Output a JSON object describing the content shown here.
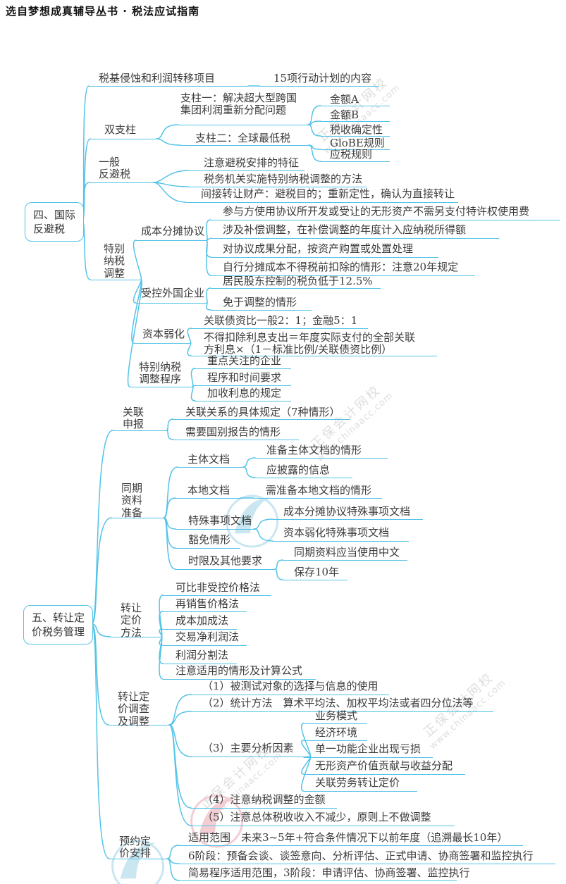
{
  "header": {
    "title": "选自梦想成真辅导丛书 · 税法应试指南"
  },
  "watermark": {
    "brand": "正保会计网校",
    "url": "www.chinaacc.com"
  },
  "colors": {
    "line": "#53c3e7",
    "text": "#3b3b3b",
    "watermark": "#dedede"
  },
  "maps": [
    {
      "root": {
        "label": "四、国际\n反避税"
      },
      "branches": [
        {
          "label": "税基侵蚀和利润转移项目",
          "children": [
            {
              "label": "15项行动计划的内容"
            }
          ]
        },
        {
          "label": "双支柱",
          "children": [
            {
              "label": "支柱一：解决超大型跨国\n集团利润重新分配问题",
              "children": [
                {
                  "label": "金额A"
                },
                {
                  "label": "金额B"
                },
                {
                  "label": "税收确定性"
                }
              ]
            },
            {
              "label": "支柱二：全球最低税",
              "children": [
                {
                  "label": "GloBE规则"
                },
                {
                  "label": "应税规则"
                }
              ]
            }
          ]
        },
        {
          "label": "一般\n反避税",
          "children": [
            {
              "label": "注意避税安排的特征"
            },
            {
              "label": "税务机关实施特别纳税调整的方法"
            },
            {
              "label": "间接转让财产：避税目的；重新定性，确认为直接转让"
            }
          ]
        },
        {
          "label": "特别\n纳税\n调整",
          "children": [
            {
              "label": "成本分摊协议",
              "children": [
                {
                  "label": "参与方使用协议所开发或受让的无形资产不需另支付特许权使用费"
                },
                {
                  "label": "涉及补偿调整，在补偿调整的年度计入应纳税所得额"
                },
                {
                  "label": "对协议成果分配，按资产购置或处置处理"
                },
                {
                  "label": "自行分摊成本不得税前扣除的情形：注意20年规定"
                }
              ]
            },
            {
              "label": "受控外国企业",
              "children": [
                {
                  "label": "居民股东控制的税负低于12.5%"
                },
                {
                  "label": "免于调整的情形"
                }
              ]
            },
            {
              "label": "资本弱化",
              "children": [
                {
                  "label": "关联债资比一般2：1；金融5：1"
                },
                {
                  "label": "不得扣除利息支出＝年度实际支付的全部关联\n方利息×（1－标准比例/关联债资比例）"
                }
              ]
            },
            {
              "label": "特别纳税\n调整程序",
              "children": [
                {
                  "label": "重点关注的企业"
                },
                {
                  "label": "程序和时间要求"
                },
                {
                  "label": "加收利息的规定"
                }
              ]
            }
          ]
        }
      ]
    },
    {
      "root": {
        "label": "五、转让定\n价税务管理"
      },
      "branches": [
        {
          "label": "关联\n申报",
          "children": [
            {
              "label": "关联关系的具体规定（7种情形）"
            },
            {
              "label": "需要国别报告的情形"
            }
          ]
        },
        {
          "label": "同期\n资料\n准备",
          "children": [
            {
              "label": "主体文档",
              "children": [
                {
                  "label": "准备主体文档的情形"
                },
                {
                  "label": "应披露的信息"
                }
              ]
            },
            {
              "label": "本地文档",
              "children": [
                {
                  "label": "需准备本地文档的情形"
                }
              ]
            },
            {
              "label": "特殊事项文档",
              "children": [
                {
                  "label": "成本分摊协议特殊事项文档"
                },
                {
                  "label": "资本弱化特殊事项文档"
                }
              ]
            },
            {
              "label": "豁免情形"
            },
            {
              "label": "时限及其他要求",
              "children": [
                {
                  "label": "同期资料应当使用中文"
                },
                {
                  "label": "保存10年"
                }
              ]
            }
          ]
        },
        {
          "label": "转让\n定价\n方法",
          "children": [
            {
              "label": "可比非受控价格法"
            },
            {
              "label": "再销售价格法"
            },
            {
              "label": "成本加成法"
            },
            {
              "label": "交易净利润法"
            },
            {
              "label": "利润分割法"
            },
            {
              "label": "注意适用的情形及计算公式"
            }
          ]
        },
        {
          "label": "转让定\n价调查\n及调整",
          "children": [
            {
              "label": "（1）被测试对象的选择与信息的使用"
            },
            {
              "label": "（2）统计方法　算术平均法、加权平均法或者四分位法等"
            },
            {
              "label": "（3）主要分析因素",
              "children": [
                {
                  "label": "业务模式"
                },
                {
                  "label": "经济环境"
                },
                {
                  "label": "单一功能企业出现亏损"
                },
                {
                  "label": "无形资产价值贡献与收益分配"
                },
                {
                  "label": "关联劳务转让定价"
                }
              ]
            },
            {
              "label": "（4）注意纳税调整的金额"
            },
            {
              "label": "（5）注意总体税收收入不减少，原则上不做调整"
            }
          ]
        },
        {
          "label": "预约定\n价安排",
          "children": [
            {
              "label": "适用范围　未来3~5年+符合条件情况下以前年度（追溯最长10年）"
            },
            {
              "label": "6阶段：预备会谈、谈签意向、分析评估、正式申请、协商签署和监控执行"
            },
            {
              "label": "简易程序适用范围，3阶段：申请评估、协商签署、监控执行"
            }
          ]
        }
      ]
    }
  ]
}
